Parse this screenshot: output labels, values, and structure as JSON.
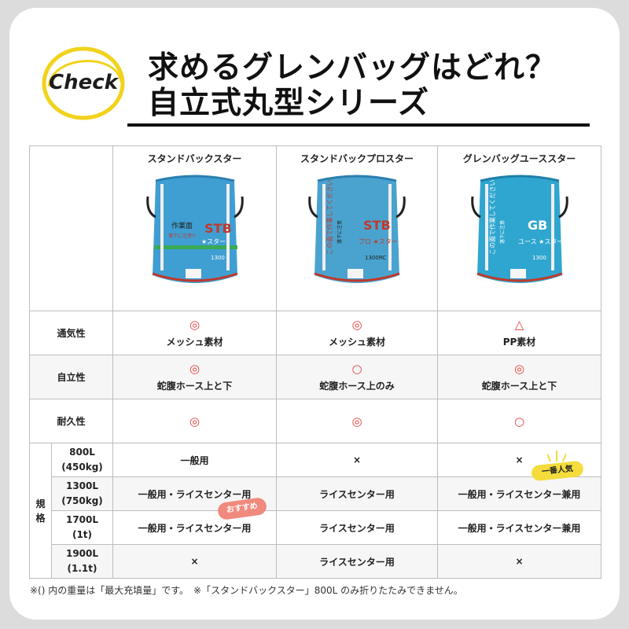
{
  "header": {
    "badge": "Check",
    "title_line1": "求めるグレンバッグはどれ？",
    "title_line2": "自立式丸型シリーズ"
  },
  "products": [
    {
      "name": "スタンドバックスター",
      "bag_print": {
        "main": "作業面",
        "sub": "落下に注意!!",
        "logo": "STB",
        "logo_sub": "★スター",
        "capacity": "1300"
      },
      "colors": {
        "bag": "#3f9fd3",
        "band": "#3aaa55",
        "bottom": "#c0392b"
      }
    },
    {
      "name": "スタンドバックプロスター",
      "bag_print": {
        "main": "この面で作業してください",
        "sub": "落下に注意",
        "logo": "STB",
        "logo_sub": "プロ ★スター",
        "capacity": "1300RC"
      },
      "colors": {
        "bag": "#4aa3cf",
        "band": "#4aa3cf",
        "bottom": "#c0392b"
      }
    },
    {
      "name": "グレンバッグユーススター",
      "bag_print": {
        "main": "この面で作業してください",
        "sub": "落下に注意",
        "logo": "GB",
        "logo_sub": "ユース ★スター",
        "capacity": "1300"
      },
      "colors": {
        "bag": "#2fa6cf",
        "band": "#2fa6cf",
        "bottom": "#c0392b"
      }
    }
  ],
  "rows": {
    "ventilation": {
      "label": "通気性",
      "values": [
        {
          "symbol": "◎",
          "text": "メッシュ素材"
        },
        {
          "symbol": "◎",
          "text": "メッシュ素材"
        },
        {
          "symbol": "△",
          "text": "PP素材"
        }
      ]
    },
    "self_standing": {
      "label": "自立性",
      "values": [
        {
          "symbol": "◎",
          "text": "蛇腹ホース上と下"
        },
        {
          "symbol": "○",
          "text": "蛇腹ホース上のみ"
        },
        {
          "symbol": "◎",
          "text": "蛇腹ホース上と下"
        }
      ]
    },
    "durability": {
      "label": "耐久性",
      "values": [
        {
          "symbol": "◎"
        },
        {
          "symbol": "◎"
        },
        {
          "symbol": "○"
        }
      ]
    }
  },
  "spec": {
    "label_top": "規",
    "label_bottom": "格",
    "rows": [
      {
        "size": "800L",
        "weight": "(450kg)",
        "values": [
          "一般用",
          "×",
          "×"
        ]
      },
      {
        "size": "1300L",
        "weight": "(750kg)",
        "values": [
          "一般用・ライスセンター用",
          "ライスセンター用",
          "一般用・ライスセンター兼用"
        ]
      },
      {
        "size": "1700L",
        "weight": "(1t)",
        "values": [
          "一般用・ライスセンター用",
          "ライスセンター用",
          "一般用・ライスセンター兼用"
        ]
      },
      {
        "size": "1900L",
        "weight": "(1.1t)",
        "values": [
          "×",
          "ライスセンター用",
          "×"
        ]
      }
    ]
  },
  "tags": {
    "recommend": "おすすめ",
    "popular": "一番人気"
  },
  "footnote": "※() 内の重量は「最大充填量」です。　※「スタンドバックスター」800L のみ折りたたみできません。",
  "colors": {
    "symbol": "#e0403a",
    "badge_ring": "#f2d21b",
    "recommend_tag": "#f08a7e",
    "popular_tag": "#f3dc3c"
  }
}
